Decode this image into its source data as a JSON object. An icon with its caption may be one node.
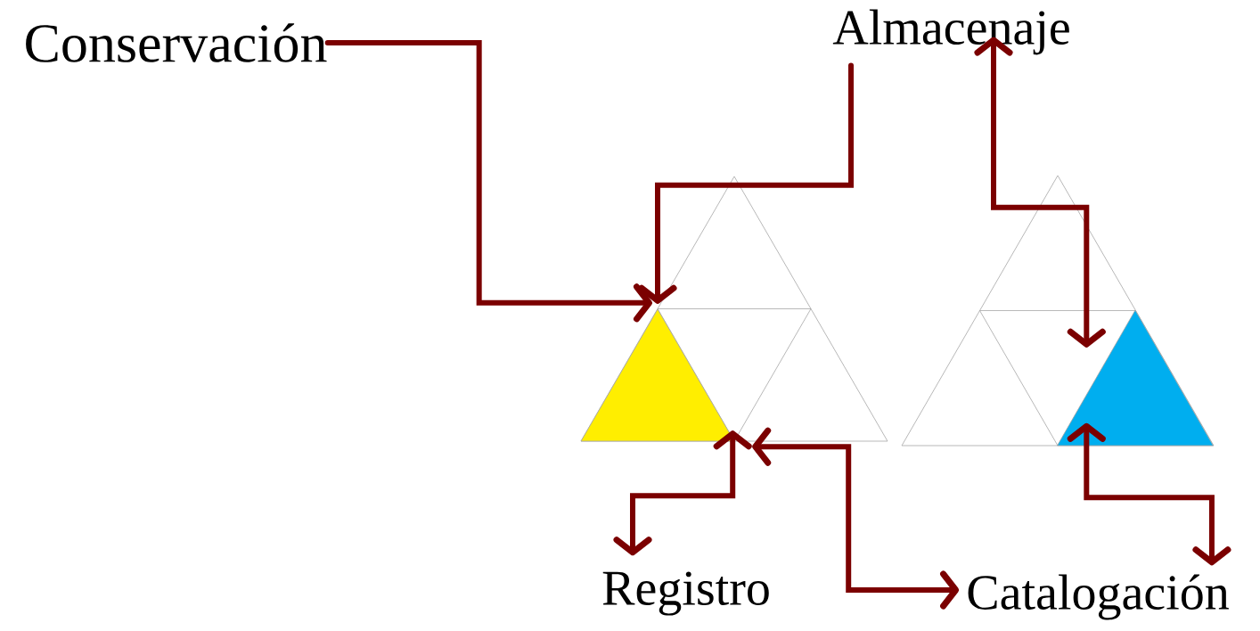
{
  "diagram": {
    "nodes": [
      {
        "text": [
          "Conservación"
        ]
      },
      {
        "text": [
          "Almacenaje"
        ]
      },
      {
        "text": [
          "Registro"
        ]
      },
      {
        "text": [
          "Catalogación"
        ]
      },
      {
        "text": [],
        "shape": "triangle"
      },
      {
        "text": [],
        "shape": "triangle",
        "in": 4
      },
      {
        "text": [],
        "shape": "triangle"
      },
      {
        "text": [],
        "shape": "triangle",
        "in": 6
      }
    ],
    "edges": [
      {
        "from": 0,
        "to": 5,
        "arrow": "to"
      },
      {
        "from": 1,
        "to": 5,
        "arrow": "to"
      },
      {
        "from": 1,
        "to": 7,
        "arrow": "both"
      },
      {
        "from": 7,
        "to": 3,
        "arrow": "both"
      },
      {
        "from": 5,
        "to": 2,
        "arrow": "both"
      },
      {
        "from": 5,
        "to": 3,
        "arrow": "both"
      }
    ]
  }
}
